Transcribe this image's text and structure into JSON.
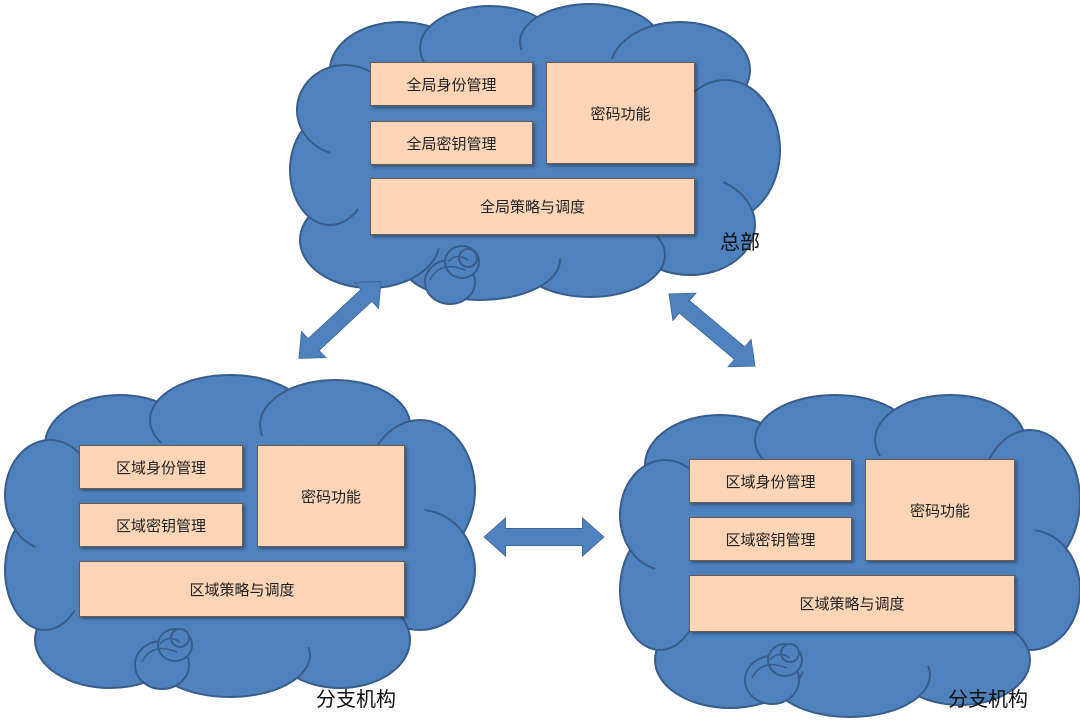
{
  "headquarters": {
    "label": "总部",
    "identity": "全局身份管理",
    "key": "全局密钥管理",
    "crypto": "密码功能",
    "policy": "全局策略与调度"
  },
  "branch_left": {
    "label": "分支机构",
    "identity": "区域身份管理",
    "key": "区域密钥管理",
    "crypto": "密码功能",
    "policy": "区域策略与调度"
  },
  "branch_right": {
    "label": "分支机构",
    "identity": "区域身份管理",
    "key": "区域密钥管理",
    "crypto": "密码功能",
    "policy": "区域策略与调度"
  },
  "colors": {
    "cloud": "#4f81bd",
    "cloud_edge": "#385d8a",
    "box": "#fbd5b5"
  }
}
